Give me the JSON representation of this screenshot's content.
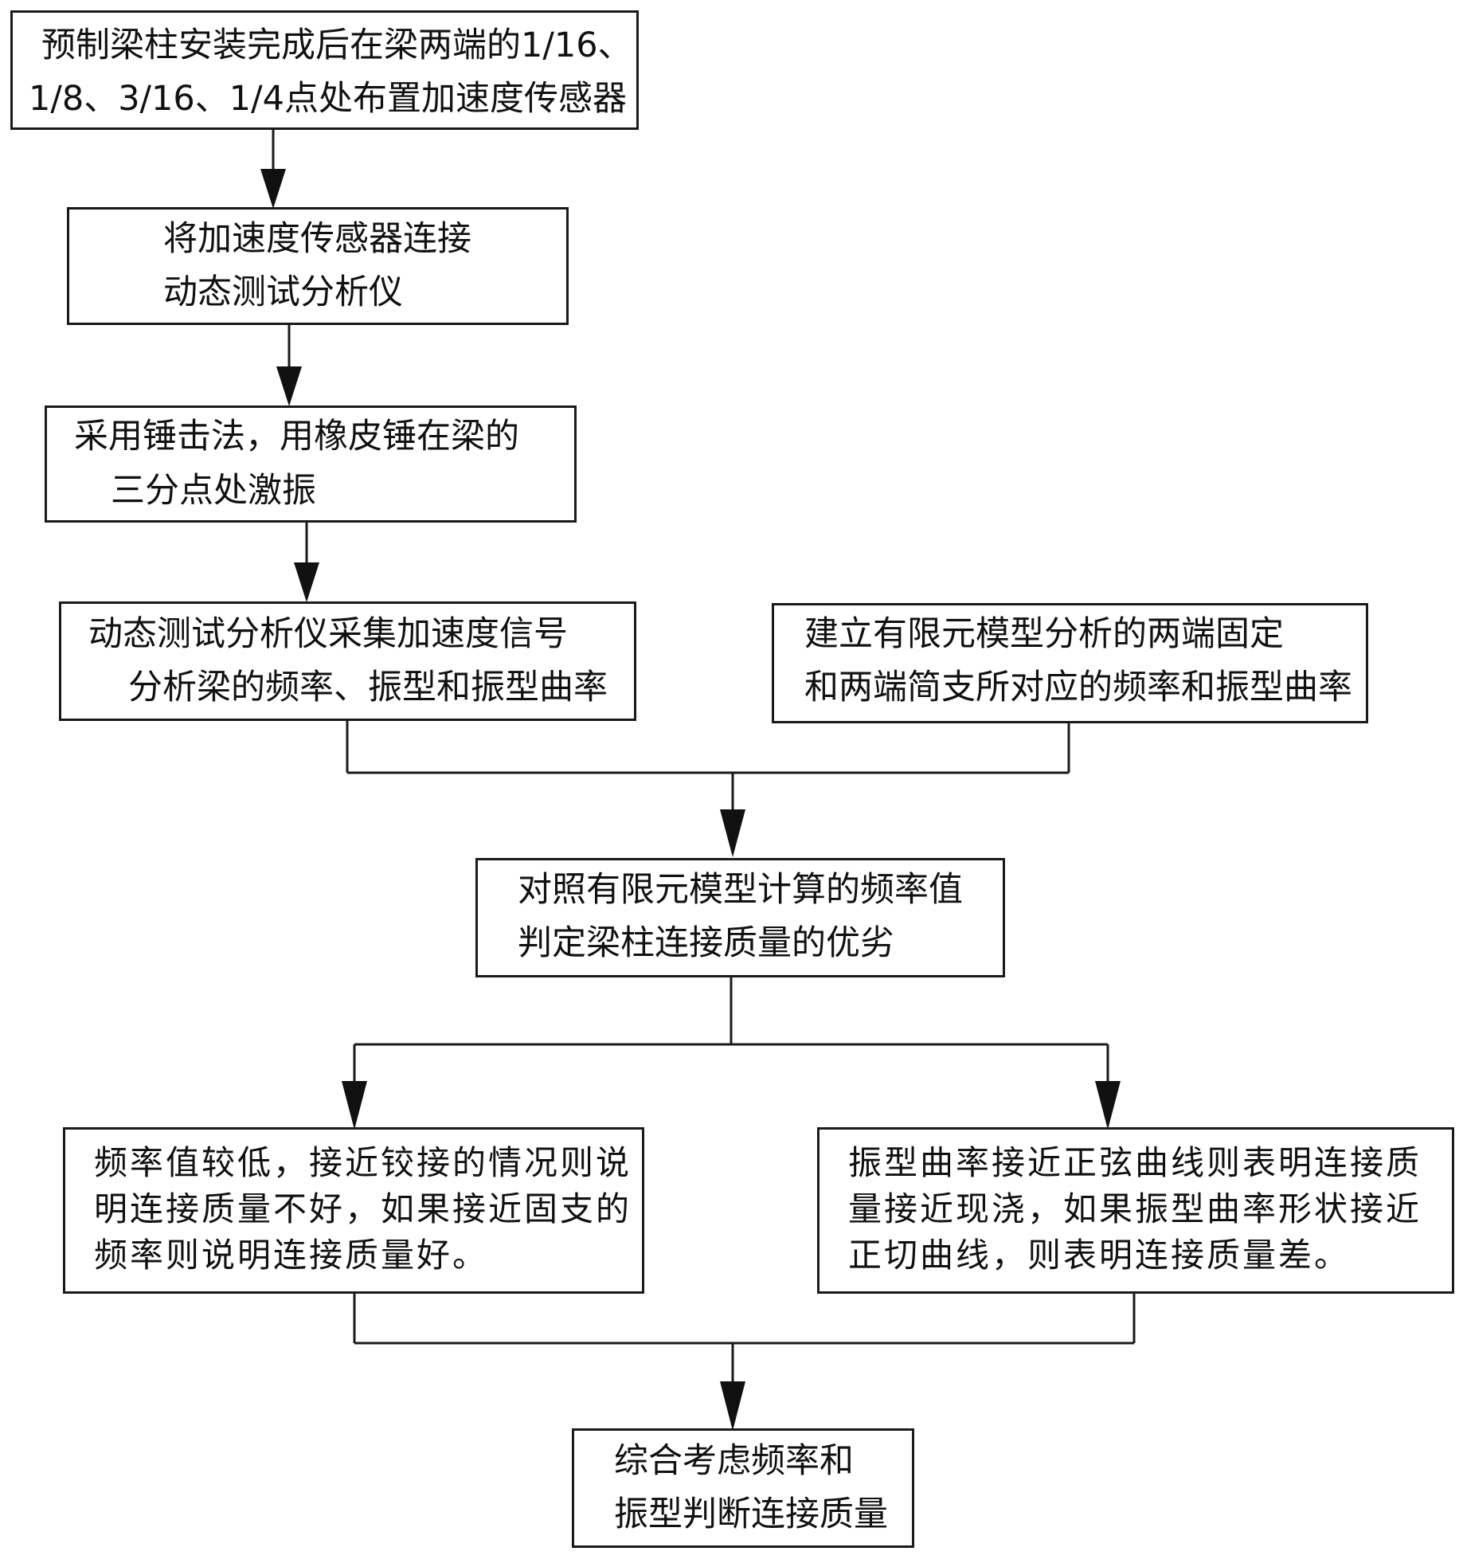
{
  "steps": {
    "step1": {
      "line1": "预制梁柱安装完成后在梁两端的1/16、",
      "line2": "1/8、3/16、1/4点处布置加速度传感器"
    },
    "step2": {
      "line1": "将加速度传感器连接",
      "line2": "动态测试分析仪"
    },
    "step3": {
      "line1": "采用锤击法，用橡皮锤在梁的",
      "line2": "三分点处激振"
    },
    "step4": {
      "line1": "动态测试分析仪采集加速度信号",
      "line2": "分析梁的频率、振型和振型曲率"
    },
    "step5": {
      "line1": "建立有限元模型分析的两端固定",
      "line2": "和两端简支所对应的频率和振型曲率"
    },
    "step6": {
      "line1": "对照有限元模型计算的频率值",
      "line2": "判定梁柱连接质量的优劣"
    },
    "step7": {
      "line1": "频率值较低，接近铰接的情况则说",
      "line2": "明连接质量不好，如果接近固支的",
      "line3": "频率则说明连接质量好。"
    },
    "step8": {
      "line1": "振型曲率接近正弦曲线则表明连接质",
      "line2": "量接近现浇，如果振型曲率形状接近",
      "line3": "正切曲线，则表明连接质量差。"
    },
    "step9": {
      "line1": "综合考虑频率和",
      "line2": "振型判断连接质量"
    }
  }
}
